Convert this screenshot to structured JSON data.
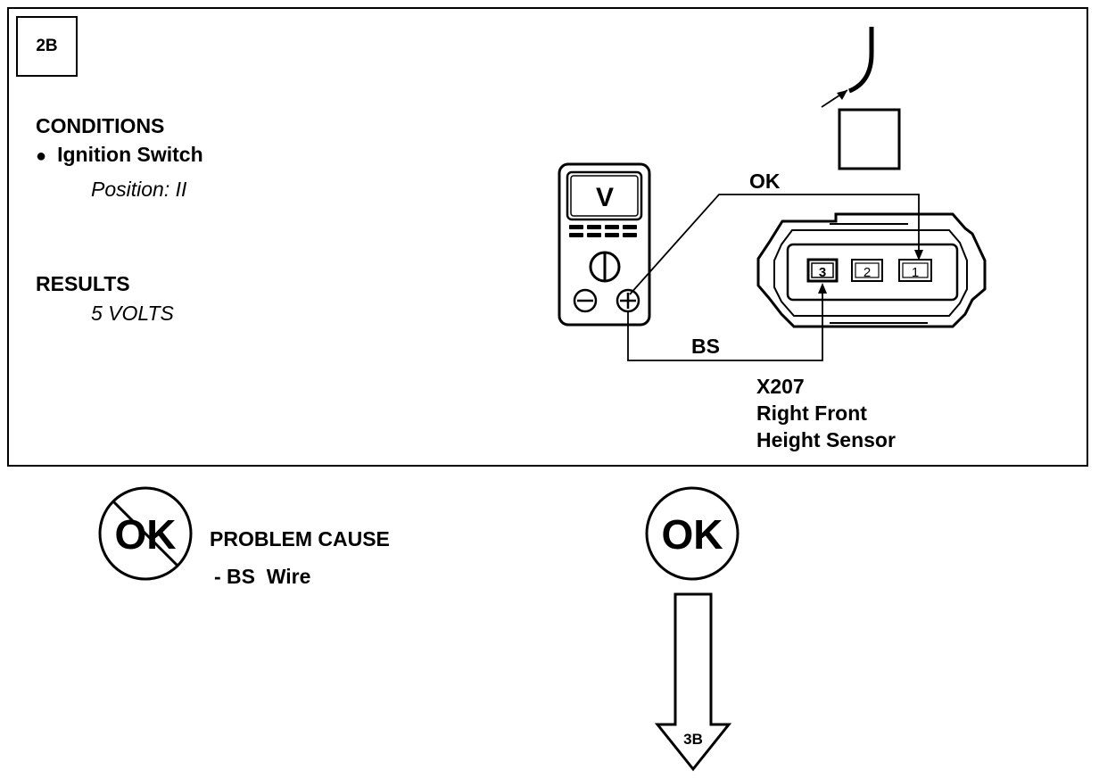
{
  "step": {
    "label": "2B"
  },
  "conditions": {
    "heading": "CONDITIONS",
    "bullet": "●",
    "item": "Ignition Switch",
    "detail": "Position: II"
  },
  "results": {
    "heading": "RESULTS",
    "value": "5 VOLTS"
  },
  "meter": {
    "display": "V",
    "neg_symbol": "−",
    "pos_symbol": "+"
  },
  "wires": {
    "ok_label": "OK",
    "bs_label": "BS"
  },
  "connector": {
    "pins": [
      "3",
      "2",
      "1"
    ],
    "id": "X207",
    "name_line1": "Right Front",
    "name_line2": "Height Sensor"
  },
  "outcome_not_ok": {
    "symbol": "OK",
    "heading": "PROBLEM CAUSE",
    "cause": "- BS  Wire"
  },
  "outcome_ok": {
    "symbol": "OK",
    "next_step": "3B"
  }
}
